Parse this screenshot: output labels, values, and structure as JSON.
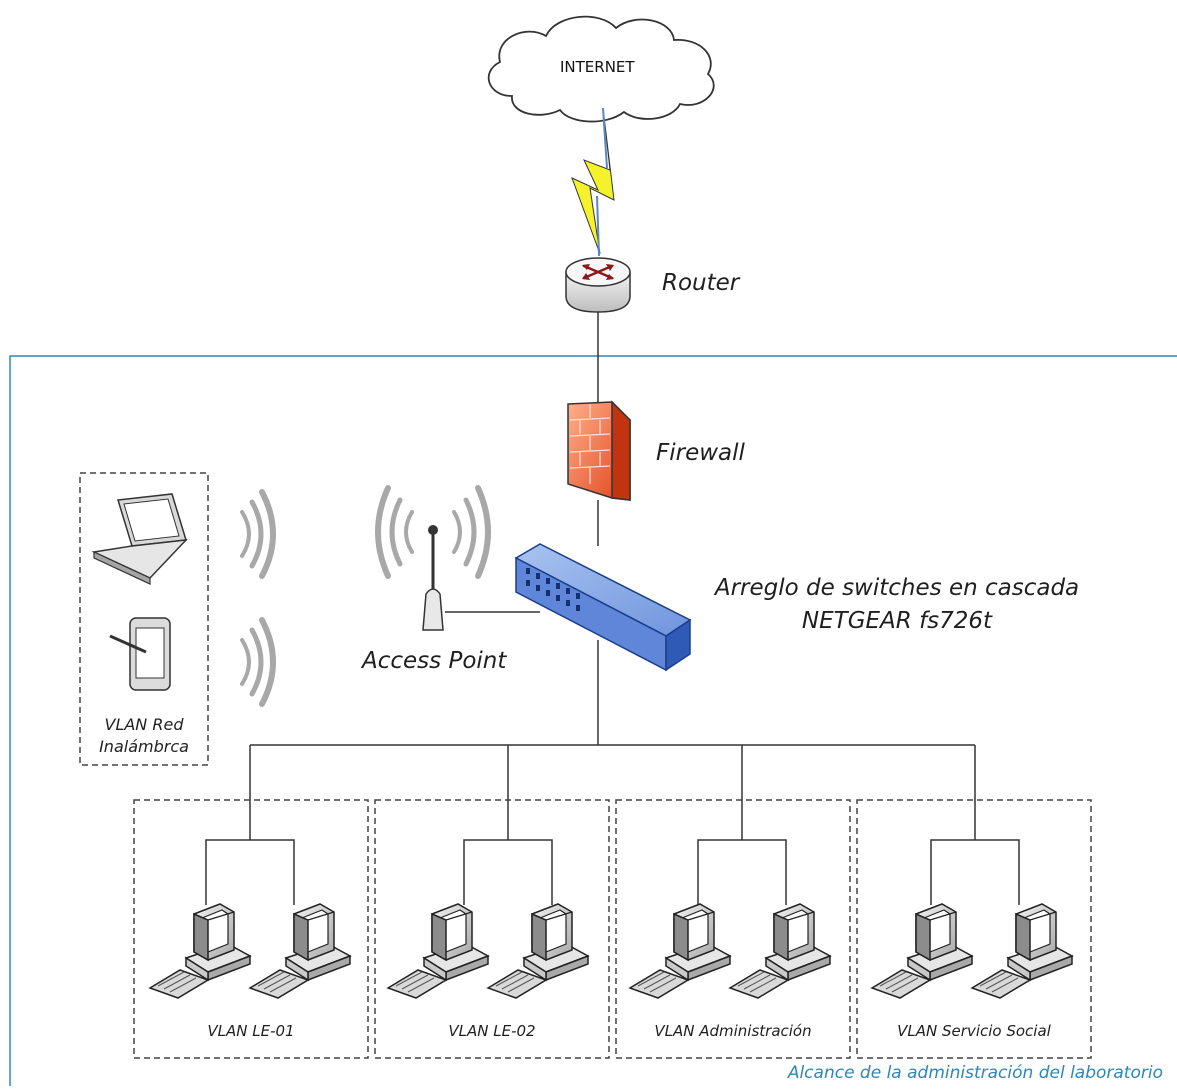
{
  "internet": {
    "label": "INTERNET"
  },
  "router": {
    "label": "Router"
  },
  "firewall": {
    "label": "Firewall"
  },
  "switch": {
    "label_line1": "Arreglo de switches en cascada",
    "label_line2": "NETGEAR fs726t"
  },
  "access_point": {
    "label": "Access Point"
  },
  "wireless_vlan": {
    "label_line1": "VLAN Red",
    "label_line2": "Inalámbrca"
  },
  "vlans": [
    {
      "label": "VLAN LE-01"
    },
    {
      "label": "VLAN LE-02"
    },
    {
      "label": "VLAN Administración"
    },
    {
      "label": "VLAN Servicio Social"
    }
  ],
  "scope": {
    "label": "Alcance de la administración del laboratorio"
  },
  "colors": {
    "scope_line": "#2e86b8",
    "scope_text": "#2e86b8",
    "lightning": "#f2f21e",
    "switch": "#4f7fd4",
    "firewall": "#e8582a",
    "line": "#333333"
  }
}
